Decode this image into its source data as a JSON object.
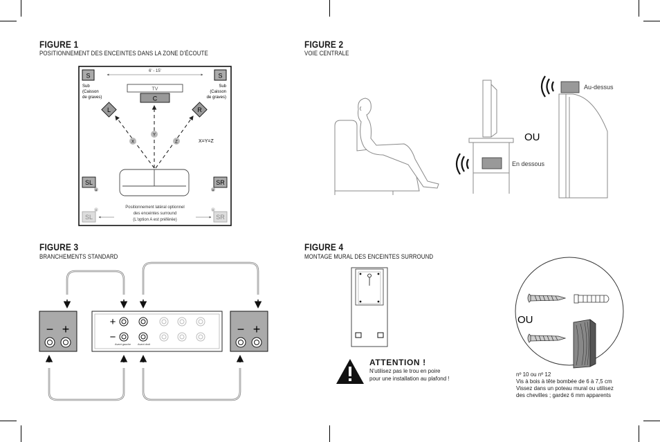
{
  "figure1": {
    "title": "FIGURE 1",
    "subtitle": "POSITIONNEMENT DES ENCEINTES DANS LA ZONE D'ÉCOUTE",
    "dimension": "6' - 15'",
    "tv": "TV",
    "center": "C",
    "left": "L",
    "right": "R",
    "sub": "S",
    "sub_label_line1": "Sub",
    "sub_label_line2": "(Caisson",
    "sub_label_line3": "de graves)",
    "x": "X",
    "y": "Y",
    "z": "Z",
    "equation": "X=Y=Z",
    "sl": "SL",
    "sr": "SR",
    "opt_a": "A",
    "opt_b": "B",
    "optional_line1": "Positionnement latéral optionnel",
    "optional_line2": "des enceintes surround",
    "optional_line3": "(L'option A est préférée)"
  },
  "figure2": {
    "title": "FIGURE 2",
    "subtitle": "VOIE CENTRALE",
    "above": "Au-dessus",
    "below": "En dessous",
    "or": "OU"
  },
  "figure3": {
    "title": "FIGURE 3",
    "subtitle": "BRANCHEMENTS STANDARD",
    "minus": "−",
    "plus": "+",
    "front_left": "Avant gauche",
    "front_right": "Avant droit"
  },
  "figure4": {
    "title": "FIGURE 4",
    "subtitle": "MONTAGE MURAL DES ENCEINTES SURROUND",
    "attention": "ATTENTION !",
    "warning_line1": "N'utilisez pas le trou en poire",
    "warning_line2": "pour une installation au plafond !",
    "or": "OU",
    "screw_line1": "nº 10 ou nº 12",
    "screw_line2": "Vis à bois à tête bombée de 6 à 7,5 cm",
    "screw_line3": "Vissez dans un poteau mural ou utilisez",
    "screw_line4": "des chevilles ; gardez 6 mm apparents"
  }
}
